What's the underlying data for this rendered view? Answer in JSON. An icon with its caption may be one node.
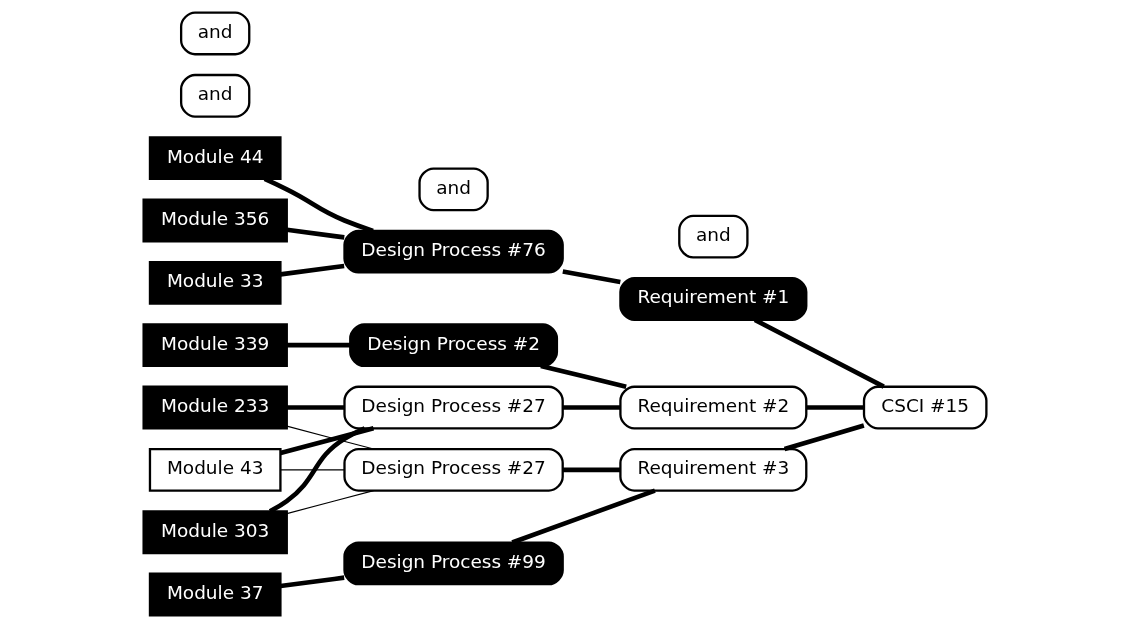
{
  "diagram": {
    "nodes": [
      {
        "text": [
          "Module 44"
        ]
      },
      {
        "text": [
          "Design Process #76"
        ]
      },
      {
        "text": [
          "Requirement #1"
        ]
      },
      {
        "text": [
          "Module 356"
        ]
      },
      {
        "text": [
          "Module 33"
        ]
      },
      {
        "text": [
          "and"
        ]
      },
      {
        "text": [
          "Module 339"
        ]
      },
      {
        "text": [
          "Design Process #2"
        ]
      },
      {
        "text": [
          "Requirement #2"
        ]
      },
      {
        "text": [
          "CSCI #15"
        ]
      },
      {
        "text": [
          "and"
        ]
      },
      {
        "text": [
          "Module 233"
        ]
      },
      {
        "text": [
          "Design Process #27"
        ]
      },
      {
        "text": [
          "Module 43"
        ]
      },
      {
        "text": [
          "and"
        ]
      },
      {
        "text": [
          "Module 303"
        ]
      },
      {
        "text": [
          "Design Process #27"
        ]
      },
      {
        "text": [
          "Requirement #3"
        ]
      },
      {
        "text": [
          "and"
        ]
      },
      {
        "text": [
          "Module 37"
        ]
      },
      {
        "text": [
          "Design Process #99"
        ]
      }
    ],
    "edges": [
      {
        "from": 0,
        "to": 1,
        "arrow": "none"
      },
      {
        "from": 3,
        "to": 1,
        "arrow": "none"
      },
      {
        "from": 4,
        "to": 1,
        "arrow": "none"
      },
      {
        "from": 1,
        "to": 2,
        "arrow": "none"
      },
      {
        "from": 2,
        "to": 9,
        "arrow": "none"
      },
      {
        "from": 6,
        "to": 7,
        "arrow": "none"
      },
      {
        "from": 7,
        "to": 8,
        "arrow": "none"
      },
      {
        "from": 12,
        "to": 8,
        "arrow": "none"
      },
      {
        "from": 8,
        "to": 9,
        "arrow": "none"
      },
      {
        "from": 11,
        "to": 12,
        "arrow": "none"
      },
      {
        "from": 13,
        "to": 12,
        "arrow": "none"
      },
      {
        "from": 15,
        "to": 12,
        "arrow": "none"
      },
      {
        "from": 11,
        "to": 16,
        "arrow": "none"
      },
      {
        "from": 13,
        "to": 16,
        "arrow": "none"
      },
      {
        "from": 15,
        "to": 16,
        "arrow": "none"
      },
      {
        "from": 16,
        "to": 17,
        "arrow": "none"
      },
      {
        "from": 20,
        "to": 17,
        "arrow": "none"
      },
      {
        "from": 17,
        "to": 9,
        "arrow": "none"
      },
      {
        "from": 19,
        "to": 20,
        "arrow": "none"
      }
    ]
  }
}
